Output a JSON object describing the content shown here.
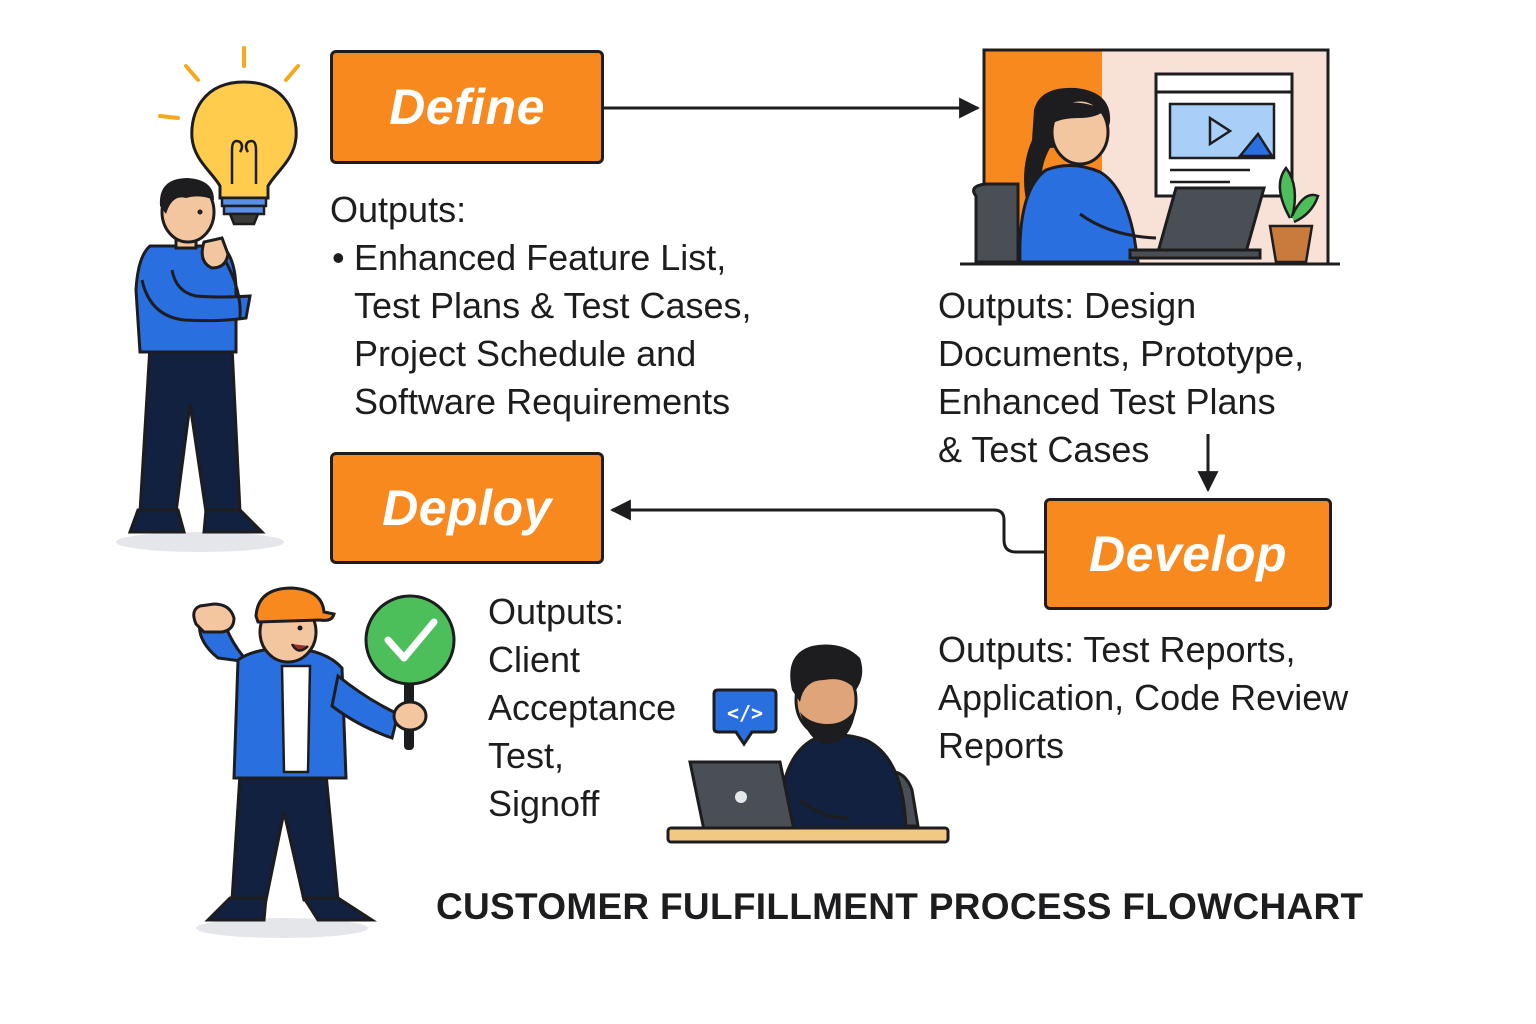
{
  "title": "CUSTOMER FULFILLMENT PROCESS FLOWCHART",
  "colors": {
    "stage_fill": "#f7891f",
    "outline": "#1d1d1f",
    "person_blue": "#2a6fe0",
    "pants_navy": "#12213f",
    "check_green": "#4cbe5a",
    "bulb_yellow": "#ffcc4d"
  },
  "stages": {
    "define": {
      "label": "Define",
      "outputs_heading": "Outputs:",
      "outputs_lines": [
        "Enhanced Feature List,",
        "Test Plans & Test Cases,",
        "Project Schedule and",
        "Software Requirements"
      ]
    },
    "design": {
      "outputs_lines": [
        "Outputs: Design",
        "Documents, Prototype,",
        "Enhanced Test Plans",
        "& Test Cases"
      ]
    },
    "develop": {
      "label": "Develop",
      "outputs_lines": [
        "Outputs: Test Reports,",
        "Application, Code Review",
        "Reports"
      ]
    },
    "deploy": {
      "label": "Deploy",
      "outputs_lines": [
        "Outputs:",
        "Client",
        "Acceptance",
        "Test,",
        "Signoff"
      ]
    }
  },
  "illustrations": [
    "thinking-person-with-lightbulb-icon",
    "designer-at-laptop-icon",
    "developer-at-laptop-icon",
    "celebrating-worker-with-check-sign-icon"
  ],
  "code_badge": "</>"
}
